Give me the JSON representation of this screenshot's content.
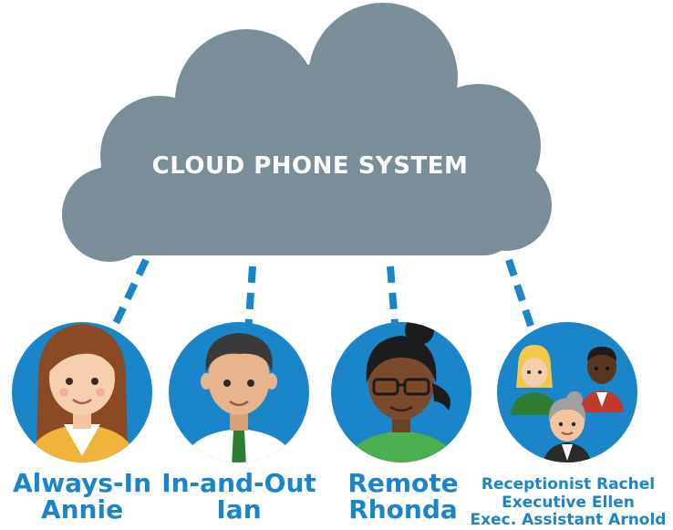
{
  "cloud": {
    "title": "CLOUD PHONE SYSTEM",
    "color": "#7a8e99"
  },
  "colors": {
    "circle": "#1a85c8",
    "connector": "#1a85c8",
    "label": "#1a85c8"
  },
  "users": [
    {
      "id": "annie",
      "lines": [
        "Always-In",
        "Annie"
      ],
      "icon": "woman-brown-hair-avatar"
    },
    {
      "id": "ian",
      "lines": [
        "In-and-Out",
        "Ian"
      ],
      "icon": "man-green-tie-avatar"
    },
    {
      "id": "rhonda",
      "lines": [
        "Remote",
        "Rhonda"
      ],
      "icon": "woman-glasses-avatar"
    },
    {
      "id": "group",
      "lines": [
        "Receptionist Rachel",
        "Executive Ellen",
        "Exec. Assistant Arnold"
      ],
      "icon": "three-person-group-avatar"
    }
  ]
}
